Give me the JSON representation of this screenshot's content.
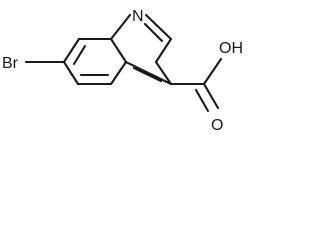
{
  "molecule": {
    "atoms": {
      "bromine": "Br",
      "nitrogen": "N",
      "hydroxyl": "OH",
      "carbonyl_oxygen": "O"
    }
  }
}
